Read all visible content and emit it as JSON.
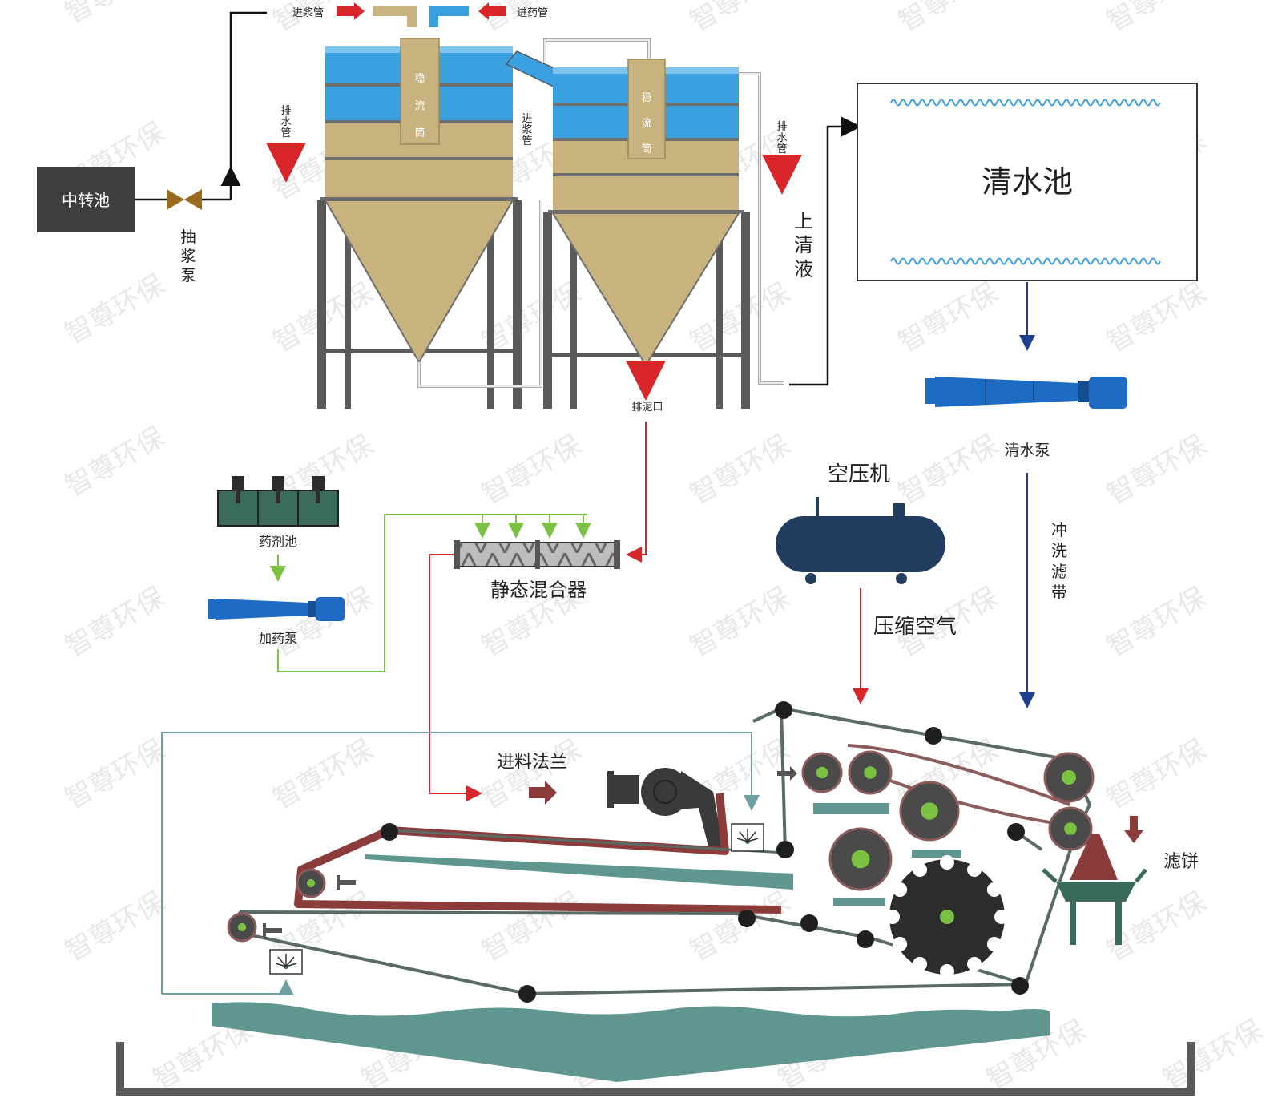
{
  "labels": {
    "transfer_pool": "中转池",
    "slurry_pump": [
      "抽",
      "浆",
      "泵"
    ],
    "slurry_inlet_pipe_top": "进浆管",
    "dosing_inlet_pipe_top": "进药管",
    "drain_pipe_left": [
      "排",
      "水",
      "管"
    ],
    "drain_pipe_right": [
      "排",
      "水",
      "管"
    ],
    "slurry_pipe_mid": [
      "进",
      "浆",
      "管"
    ],
    "stabilizer_1": [
      "稳",
      "流",
      "筒"
    ],
    "stabilizer_2": [
      "稳",
      "流",
      "筒"
    ],
    "sludge_outlet": "排泥口",
    "supernatant": [
      "上",
      "清",
      "液"
    ],
    "clear_water_pool": "清水池",
    "clear_water_pump": "清水泵",
    "chemical_tank": "药剂池",
    "dosing_pump": "加药泵",
    "static_mixer": "静态混合器",
    "air_compressor": "空压机",
    "compressed_air": "压缩空气",
    "wash_belt": [
      "冲",
      "洗",
      "滤",
      "带"
    ],
    "feed_flange": "进料法兰",
    "filter_cake": "滤饼"
  },
  "watermark": "智尊环保",
  "colors": {
    "tank_blue": "#3aa0e0",
    "tank_sludge": "#c8b27e",
    "frame_gray": "#5a5a5a",
    "red_flow": "#d9262b",
    "green_flow": "#7cc242",
    "navy_flow": "#1f3f8f",
    "pump_blue": "#1e6bc4",
    "compressor_navy": "#213d5f",
    "belt_gray": "#5a6b66",
    "belt_red": "#8c3b3b",
    "water_teal": "#5f9690",
    "roller_green": "#7cc242",
    "roller_dark": "#2d2d2d",
    "pool_box": "#3e3e3e"
  }
}
